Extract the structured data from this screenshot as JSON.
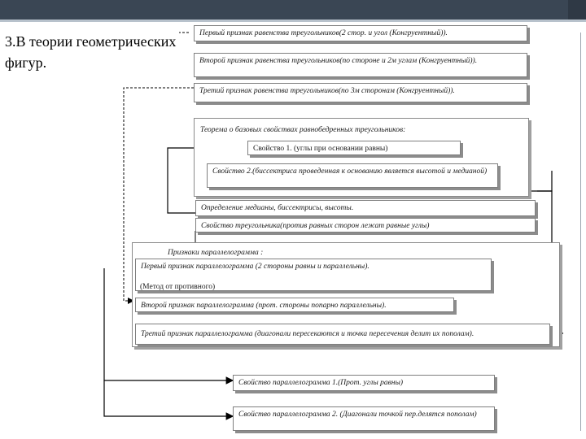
{
  "title": "3.В теории геометрических фигур.",
  "boxes": {
    "b1": "Первый признак равенства треугольников(2 стор. и угол (Конгруентный)).",
    "b2": "Второй признак равенства треугольников(по стороне и 2м углам (Конгруентный)).",
    "b3": "Третий признак равенства треугольников(по 3м сторонам (Конгруентный)).",
    "theorem": "Теорема о базовых свойствах равнобедренных треугольников:",
    "prop1": "Свойство 1. (углы при основании равны)",
    "prop2": "Свойство 2.(биссектриса проведенная к основанию является высотой и медианой)",
    "def": "Определение медианы, биссектрисы, высоты.",
    "triprop": "Свойство треугольника(против равных сторон лежат равные углы)",
    "parallel_header": "Признаки параллелограмма :",
    "p1": "Первый признак параллелограмма (2 стороны равны и параллельны).",
    "method": "(Метод от противного)",
    "p2": "Второй признак параллелограмма (прот. стороны попарно параллельны).",
    "p3": "Третий признак параллелограмма (диагонали пересекаются и точка пересечения делит их пополам).",
    "pp1": "Свойство параллелограмма 1.(Прот. углы равны)",
    "pp2": "Свойство параллелограмма 2. (Диагонали точкой пер.делятся пополам)"
  },
  "colors": {
    "header_bar": "#3a4654",
    "border": "#7f7f7f",
    "shadow": "#8c8c8c"
  }
}
